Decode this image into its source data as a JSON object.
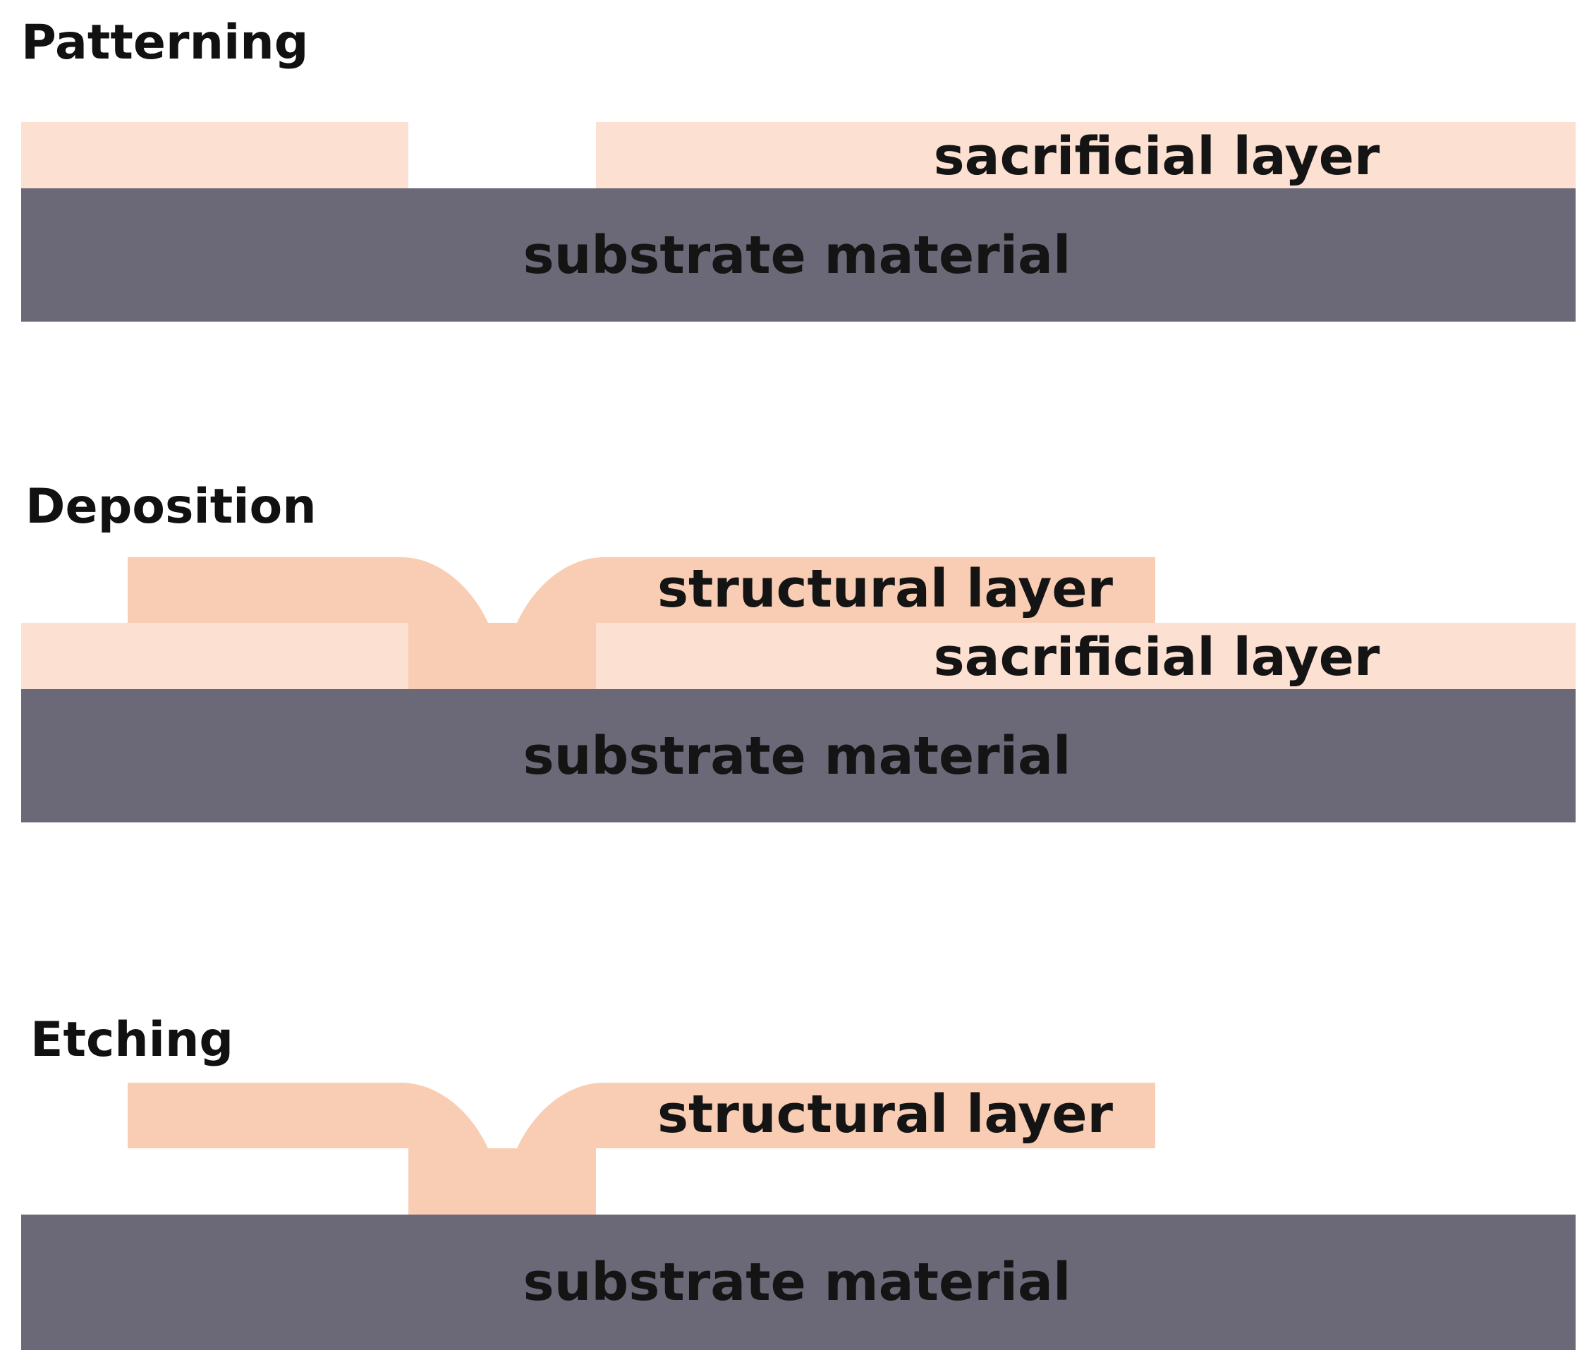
{
  "colors": {
    "background": "#ffffff",
    "substrate": "#6b6977",
    "sacrificial": "#fce0d2",
    "structural": "#f9cdb4",
    "text": "#141414"
  },
  "stages": [
    {
      "title": "Patterning",
      "labels": {
        "sacrificial": "sacrificial layer",
        "substrate": "substrate material"
      }
    },
    {
      "title": "Deposition",
      "labels": {
        "structural": "structural layer",
        "sacrificial": "sacrificial layer",
        "substrate": "substrate material"
      }
    },
    {
      "title": "Etching",
      "labels": {
        "structural": "structural layer",
        "substrate": "substrate material"
      }
    }
  ]
}
